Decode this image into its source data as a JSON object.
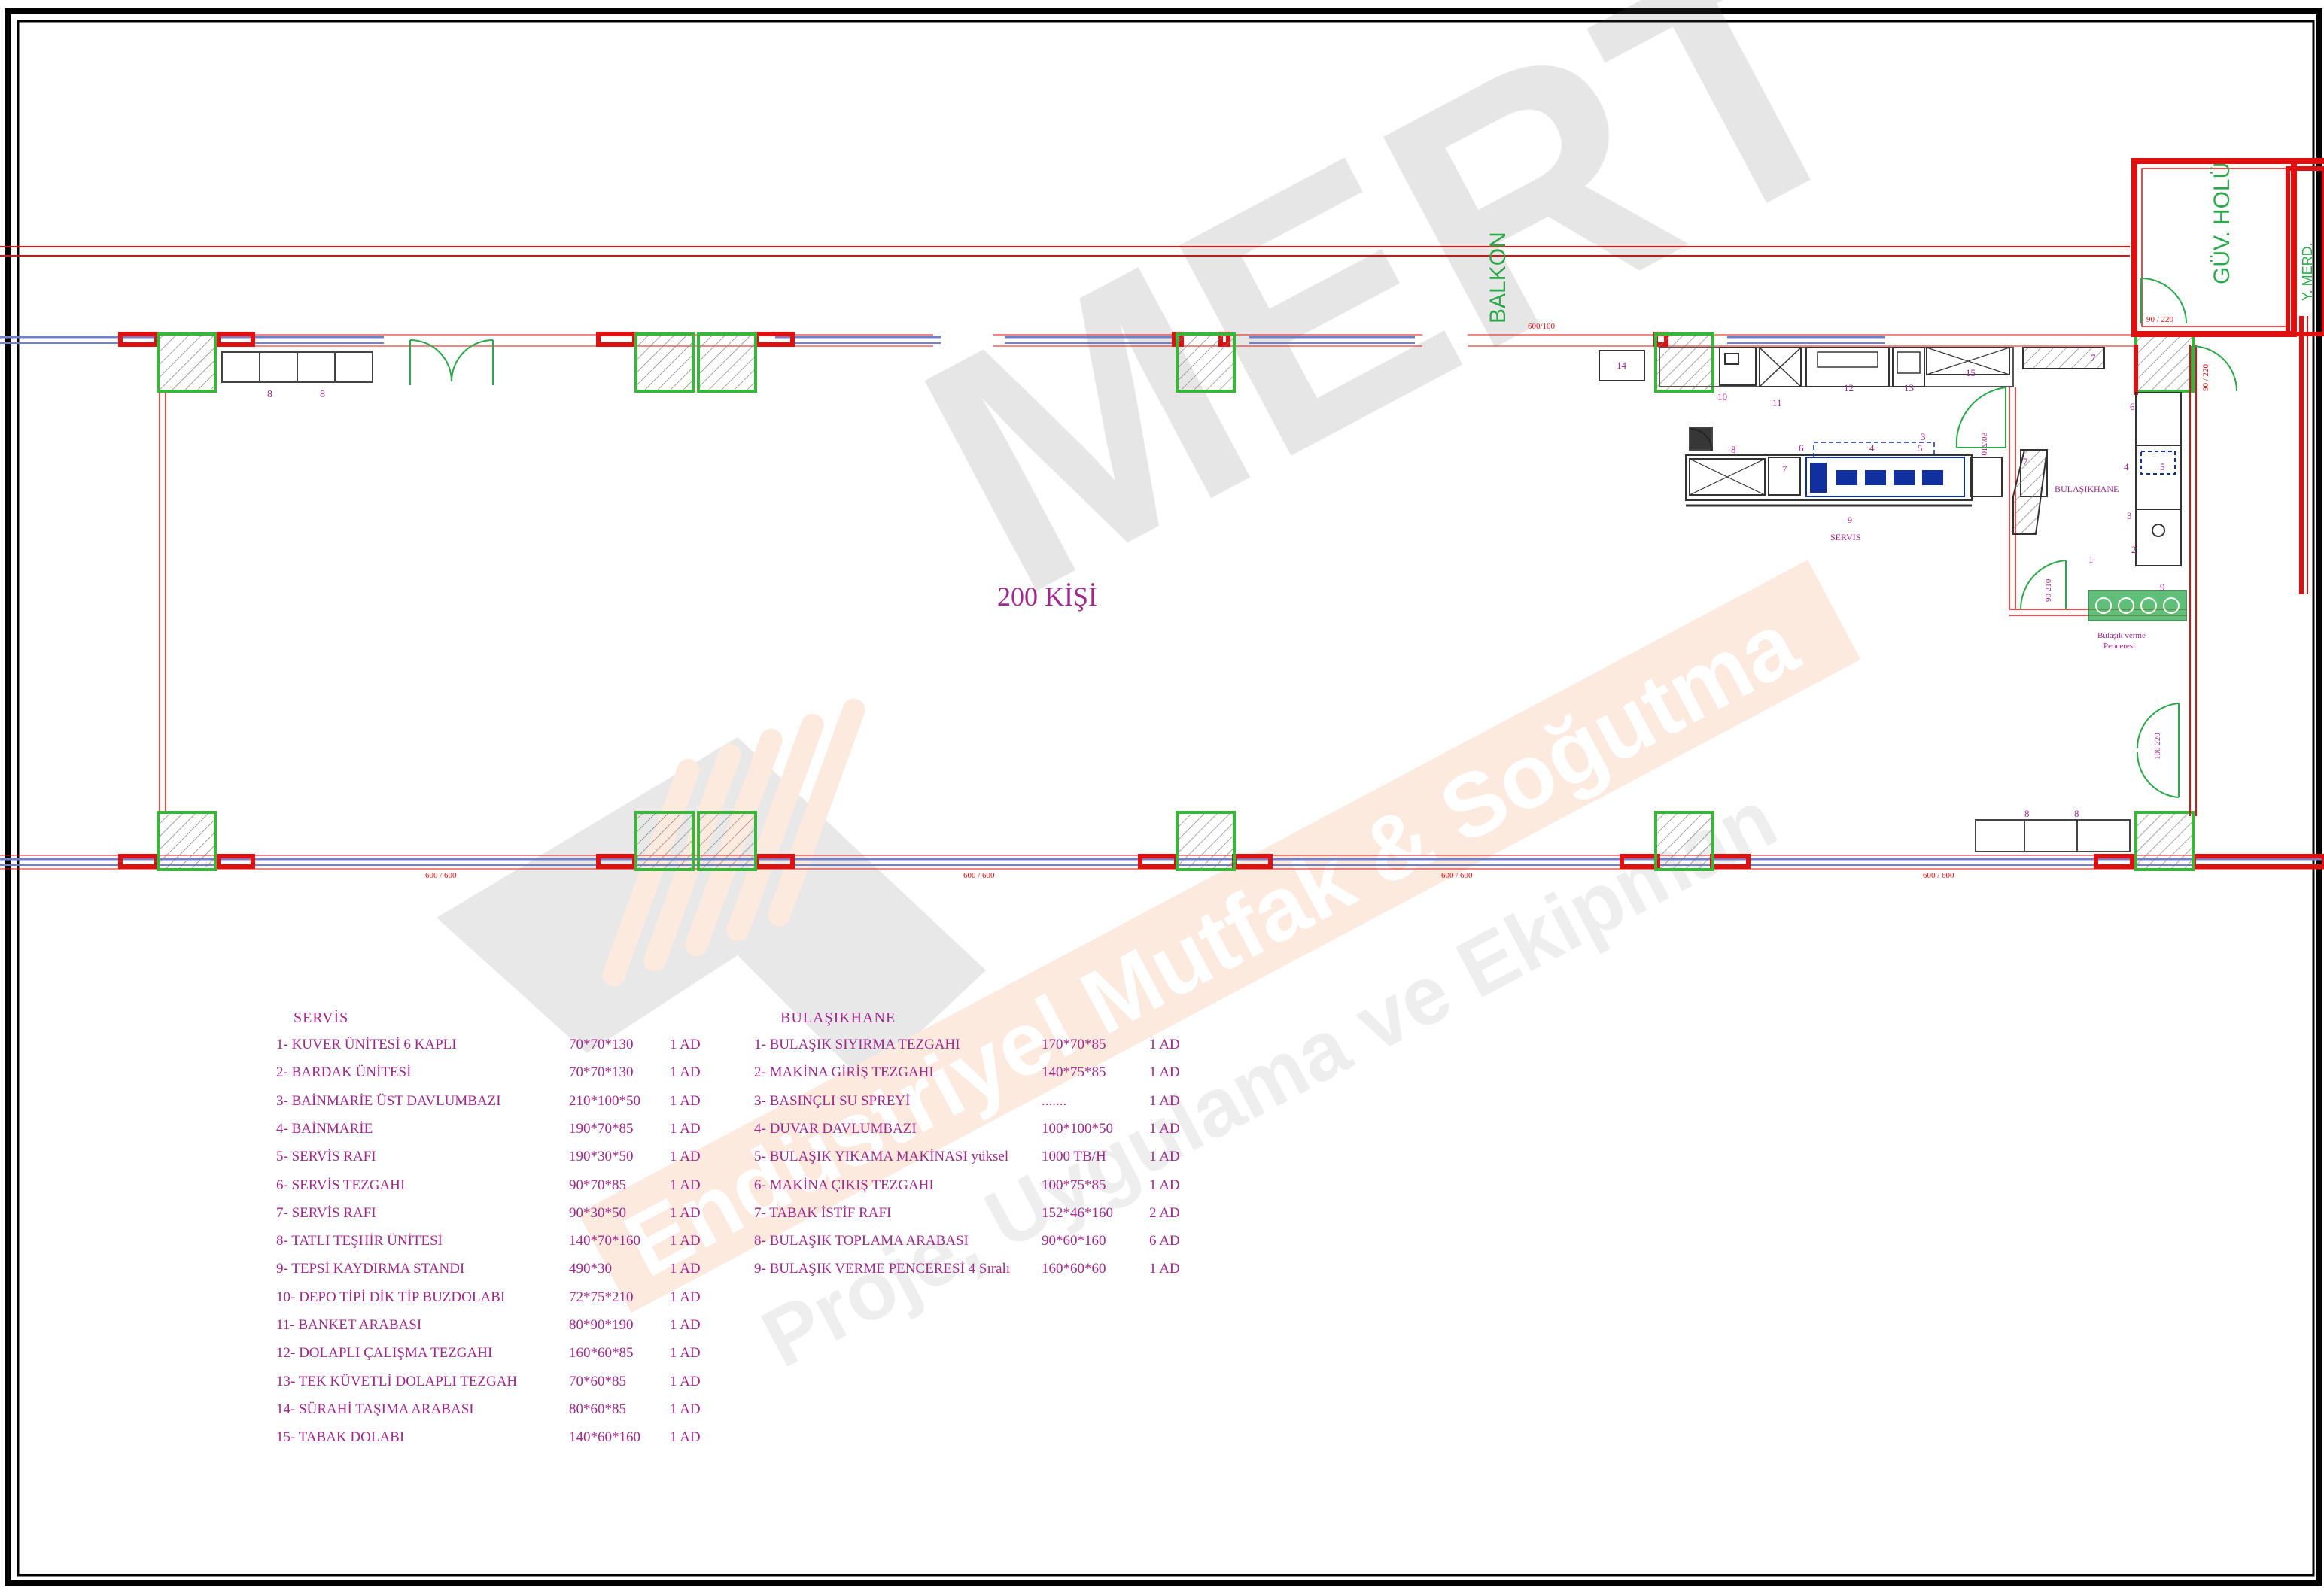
{
  "plan": {
    "hall_label": "200 KİŞİ",
    "balcony_label": "BALKON",
    "security_hall_label": "GÜV. HOLÜ",
    "corner_label": "Y. MERD.",
    "servis_label": "SERVIS",
    "servis_num": "9",
    "bulasikhane_label": "BULAŞIKHANE",
    "window_label_1": "Bulaşık verme",
    "window_label_2": "Penceresi",
    "dim_top": "600/100",
    "dim_bottom": "600 / 600",
    "door_dims": [
      "90 / 220",
      "90 / 220",
      "90/210",
      "90 210",
      "100 220"
    ],
    "equipment_numbers": {
      "n14": "14",
      "n10": "10",
      "n11": "11",
      "n12": "12",
      "n13": "13",
      "n15": "15",
      "n7a": "7",
      "n8a": "8",
      "n8b": "8",
      "n6": "6",
      "n4": "4",
      "n3": "3",
      "n5": "5",
      "n7": "7",
      "n6b": "6",
      "n4b": "4",
      "n5b": "5",
      "n3b": "3",
      "n2": "2",
      "n1": "1",
      "n9": "9",
      "n8c": "8",
      "n8d": "8",
      "n8e": "8",
      "n7b": "7"
    }
  },
  "servis_table": {
    "title": "SERVİS",
    "rows": [
      {
        "name": "1- KUVER ÜNİTESİ 6 KAPLI",
        "size": "70*70*130",
        "qty": "1 AD"
      },
      {
        "name": "2- BARDAK ÜNİTESİ",
        "size": "70*70*130",
        "qty": "1 AD"
      },
      {
        "name": "3- BAİNMARİE ÜST DAVLUMBAZI",
        "size": "210*100*50",
        "qty": "1 AD"
      },
      {
        "name": "4- BAİNMARİE",
        "size": "190*70*85",
        "qty": "1 AD"
      },
      {
        "name": "5- SERVİS RAFI",
        "size": "190*30*50",
        "qty": "1 AD"
      },
      {
        "name": "6- SERVİS TEZGAHI",
        "size": "90*70*85",
        "qty": "1 AD"
      },
      {
        "name": "7- SERVİS RAFI",
        "size": "90*30*50",
        "qty": "1 AD"
      },
      {
        "name": "8- TATLI TEŞHİR ÜNİTESİ",
        "size": "140*70*160",
        "qty": "1 AD"
      },
      {
        "name": "9- TEPSİ KAYDIRMA STANDI",
        "size": "490*30",
        "qty": "1 AD"
      },
      {
        "name": "10- DEPO TİPİ DİK TİP BUZDOLABI",
        "size": "72*75*210",
        "qty": "1 AD"
      },
      {
        "name": "11- BANKET ARABASI",
        "size": "80*90*190",
        "qty": "1 AD"
      },
      {
        "name": "12- DOLAPLI ÇALIŞMA TEZGAHI",
        "size": "160*60*85",
        "qty": "1 AD"
      },
      {
        "name": "13- TEK KÜVETLİ DOLAPLI TEZGAH",
        "size": "70*60*85",
        "qty": "1 AD"
      },
      {
        "name": "14- SÜRAHİ TAŞIMA ARABASI",
        "size": "80*60*85",
        "qty": "1 AD"
      },
      {
        "name": "15- TABAK DOLABI",
        "size": "140*60*160",
        "qty": "1 AD"
      }
    ]
  },
  "bulasik_table": {
    "title": "BULAŞIKHANE",
    "rows": [
      {
        "name": "1- BULAŞIK SIYIRMA TEZGAHI",
        "size": "170*70*85",
        "qty": "1 AD"
      },
      {
        "name": "2- MAKİNA GİRİŞ TEZGAHI",
        "size": "140*75*85",
        "qty": "1 AD"
      },
      {
        "name": "3- BASINÇLI SU SPREYİ",
        "size": ".......",
        "qty": "1 AD"
      },
      {
        "name": "4- DUVAR DAVLUMBAZI",
        "size": "100*100*50",
        "qty": "1 AD"
      },
      {
        "name": "5- BULAŞIK YIKAMA MAKİNASI yüksel",
        "size": "1000 TB/H",
        "qty": "1 AD"
      },
      {
        "name": "6- MAKİNA ÇIKIŞ TEZGAHI",
        "size": "100*75*85",
        "qty": "1 AD"
      },
      {
        "name": "7- TABAK İSTİF RAFI",
        "size": "152*46*160",
        "qty": "2 AD"
      },
      {
        "name": "8- BULAŞIK TOPLAMA ARABASI",
        "size": "90*60*160",
        "qty": "6 AD"
      },
      {
        "name": "9- BULAŞIK VERME PENCERESİ 4 Sıralı",
        "size": "160*60*60",
        "qty": "1 AD"
      }
    ]
  },
  "watermark": {
    "brand": "MERT",
    "line1": "Endüstriyel Mutfak & Soğutma",
    "line2": "Proje, Uygulama ve Ekipman"
  },
  "colors": {
    "magenta_text": "#a0288c",
    "wall_red": "#e01010",
    "column_green": "#3ab53a",
    "window_blue": "#7080d0",
    "green_label": "#2aa84a",
    "equipment_blue": "#1030a0"
  }
}
